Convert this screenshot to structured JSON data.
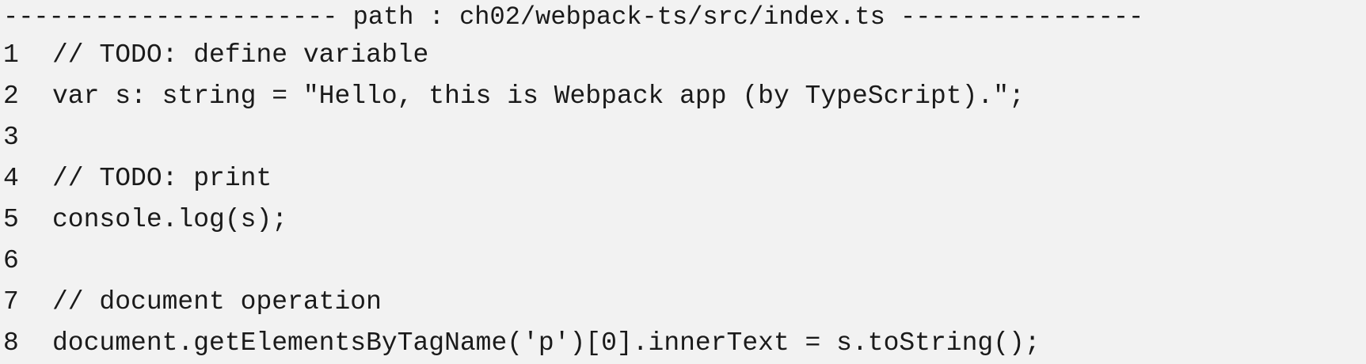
{
  "listing": {
    "header_left_dashes": "----------------------",
    "path_label": "path : ch02/webpack-ts/src/index.ts",
    "header_right_dashes": "----------------",
    "lines": [
      {
        "number": "1",
        "text": "// TODO: define variable"
      },
      {
        "number": "2",
        "text": "var s: string = \"Hello, this is Webpack app (by TypeScript).\";"
      },
      {
        "number": "3",
        "text": ""
      },
      {
        "number": "4",
        "text": "// TODO: print"
      },
      {
        "number": "5",
        "text": "console.log(s);"
      },
      {
        "number": "6",
        "text": ""
      },
      {
        "number": "7",
        "text": "// document operation"
      },
      {
        "number": "8",
        "text": "document.getElementsByTagName('p')[0].innerText = s.toString();"
      }
    ]
  }
}
